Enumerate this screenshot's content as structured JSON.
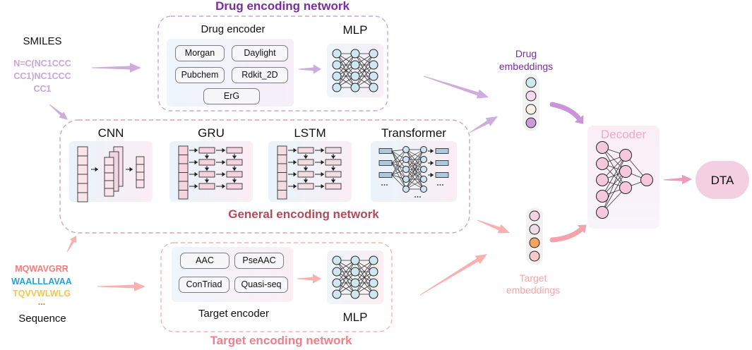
{
  "titles": {
    "drug_network": "Drug encoding network",
    "general_network": "General encoding network",
    "target_network": "Target encoding network"
  },
  "drug_input": {
    "heading": "SMILES",
    "lines": [
      "N=C(NC1CCC",
      "CC1)NC1CCC",
      "CC1"
    ]
  },
  "target_input": {
    "heading": "Sequence",
    "lines": [
      {
        "text": "MQWAVGRR",
        "color": "#f47c7c"
      },
      {
        "text": "WAALLLAVAA",
        "color": "#2a9fd6"
      },
      {
        "text": "TQVVWLWLG",
        "color": "#f2c84b"
      },
      {
        "text": "...",
        "color": "#e67e22"
      }
    ]
  },
  "drug_encoder": {
    "label": "Drug encoder",
    "chips": [
      "Morgan",
      "Daylight",
      "Pubchem",
      "Rdkit_2D",
      "ErG"
    ]
  },
  "target_encoder": {
    "label": "Target encoder",
    "chips": [
      "AAC",
      "PseAAC",
      "ConTriad",
      "Quasi-seq"
    ]
  },
  "mlp_label": "MLP",
  "general_models": [
    "CNN",
    "GRU",
    "LSTM",
    "Transformer"
  ],
  "drug_embeddings": {
    "line1": "Drug",
    "line2": "embeddings",
    "color": "#7b2d9e",
    "circle_colors": [
      "#cfe8ef",
      "#f3dbee",
      "#f8efe6",
      "#c99bd8"
    ]
  },
  "target_embeddings": {
    "line1": "Target",
    "line2": "embeddings",
    "color": "#f5a6a6",
    "circle_colors": [
      "#f6d2e3",
      "#eedbe8",
      "#f4a460",
      "#f8c8c8"
    ]
  },
  "decoder_label": "Decoder",
  "output_label": "DTA",
  "colors": {
    "node_blue": "#cfe8ef",
    "node_pink": "#f6c8dd",
    "drug_arrow": "#c9a3d8",
    "target_arrow": "#f7a8a8",
    "decoder_arrow": "#ea90b2"
  }
}
